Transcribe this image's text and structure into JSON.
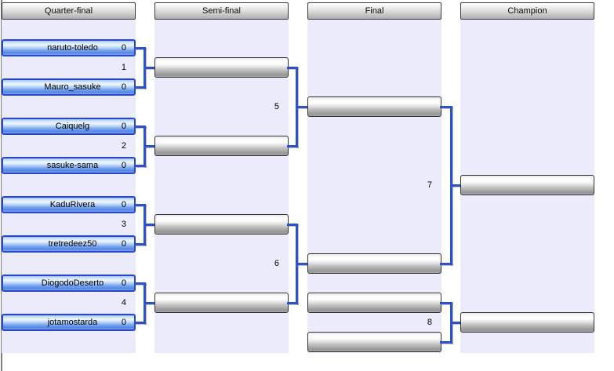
{
  "columns": [
    {
      "label": "Quarter-final"
    },
    {
      "label": "Semi-final"
    },
    {
      "label": "Final"
    },
    {
      "label": "Champion"
    }
  ],
  "quarterfinals": [
    {
      "number": "1",
      "top": {
        "name": "naruto-toledo",
        "score": "0"
      },
      "bottom": {
        "name": "Mauro_sasuke",
        "score": "0"
      }
    },
    {
      "number": "2",
      "top": {
        "name": "Caiquelg",
        "score": "0"
      },
      "bottom": {
        "name": "sasuke-sama",
        "score": "0"
      }
    },
    {
      "number": "3",
      "top": {
        "name": "KaduRivera",
        "score": "0"
      },
      "bottom": {
        "name": "tretredeez50",
        "score": "0"
      }
    },
    {
      "number": "4",
      "top": {
        "name": "DiogodoDeserto",
        "score": "0"
      },
      "bottom": {
        "name": "jotamostarda",
        "score": "0"
      }
    }
  ],
  "semifinals": [
    {
      "number": "5"
    },
    {
      "number": "6"
    }
  ],
  "final": {
    "number": "7"
  },
  "third_place": {
    "number": "8"
  },
  "colors": {
    "connector_blue": "#2b52cc",
    "player_bar_border": "#2948c5",
    "player_bar_blue": "#6d9bed",
    "slot_gray": "#b0b0b0",
    "column_background": "#ebebfb"
  }
}
